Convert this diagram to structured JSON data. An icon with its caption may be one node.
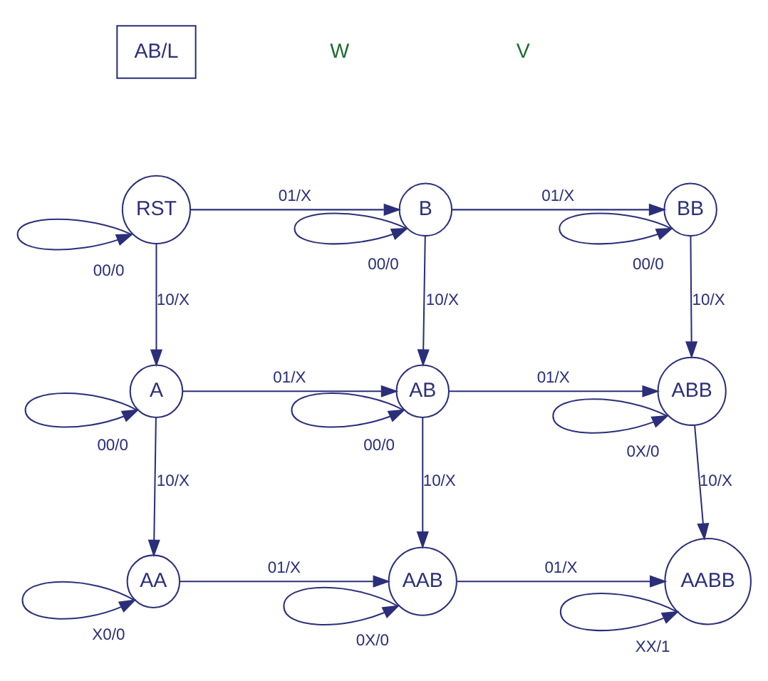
{
  "diagram": {
    "nodes": [
      {
        "text": [
          "AB/L"
        ]
      },
      {
        "text": [
          "RST"
        ]
      },
      {
        "text": [
          "B"
        ]
      },
      {
        "text": [
          "BB"
        ]
      },
      {
        "text": [
          "A"
        ]
      },
      {
        "text": [
          "AB"
        ]
      },
      {
        "text": [
          "ABB"
        ]
      },
      {
        "text": [
          "AA"
        ]
      },
      {
        "text": [
          "AAB"
        ]
      },
      {
        "text": [
          "AABB"
        ]
      }
    ],
    "edges": [
      {
        "from": 1,
        "to": 1,
        "arrow": "to",
        "label": "00/0"
      },
      {
        "from": 1,
        "to": 2,
        "arrow": "to",
        "label": "01/X"
      },
      {
        "from": 2,
        "to": 2,
        "arrow": "to",
        "label": "00/0"
      },
      {
        "from": 2,
        "to": 3,
        "arrow": "to",
        "label": "01/X"
      },
      {
        "from": 3,
        "to": 3,
        "arrow": "to",
        "label": "00/0"
      },
      {
        "from": 1,
        "to": 4,
        "arrow": "to",
        "label": "10/X"
      },
      {
        "from": 2,
        "to": 5,
        "arrow": "to",
        "label": "10/X"
      },
      {
        "from": 3,
        "to": 6,
        "arrow": "to",
        "label": "10/X"
      },
      {
        "from": 4,
        "to": 4,
        "arrow": "to",
        "label": "00/0"
      },
      {
        "from": 4,
        "to": 5,
        "arrow": "to",
        "label": "01/X"
      },
      {
        "from": 5,
        "to": 5,
        "arrow": "to",
        "label": "00/0"
      },
      {
        "from": 5,
        "to": 6,
        "arrow": "to",
        "label": "01/X"
      },
      {
        "from": 6,
        "to": 6,
        "arrow": "to",
        "label": "0X/0"
      },
      {
        "from": 4,
        "to": 7,
        "arrow": "to",
        "label": "10/X"
      },
      {
        "from": 5,
        "to": 8,
        "arrow": "to",
        "label": "10/X"
      },
      {
        "from": 6,
        "to": 9,
        "arrow": "to",
        "label": "10/X"
      },
      {
        "from": 7,
        "to": 7,
        "arrow": "to",
        "label": "X0/0"
      },
      {
        "from": 7,
        "to": 8,
        "arrow": "to",
        "label": "01/X"
      },
      {
        "from": 8,
        "to": 8,
        "arrow": "to",
        "label": "0X/0"
      },
      {
        "from": 8,
        "to": 9,
        "arrow": "to",
        "label": "01/X"
      },
      {
        "from": 9,
        "to": 9,
        "arrow": "to",
        "label": "XX/1"
      }
    ],
    "labels": [
      "W",
      "V"
    ]
  }
}
